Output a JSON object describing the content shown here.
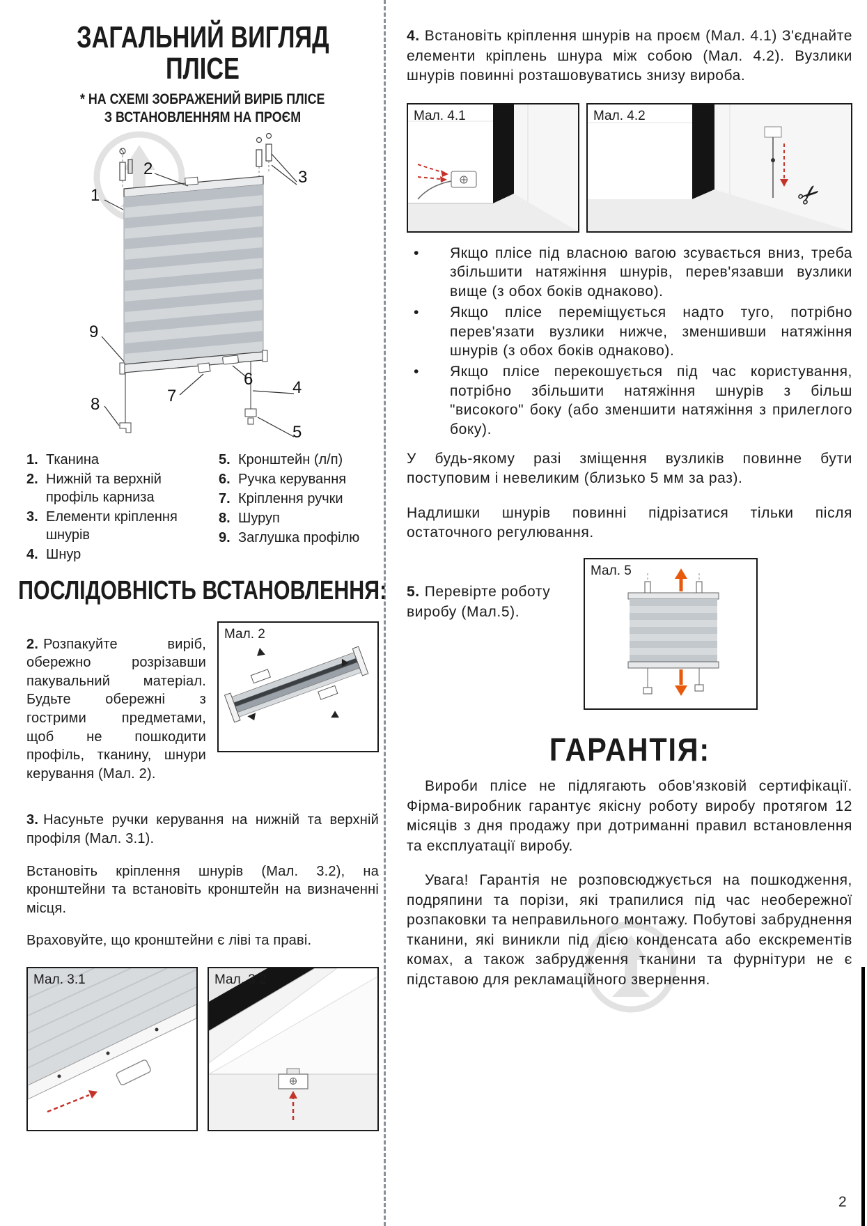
{
  "page": {
    "number": "2",
    "bullet_char": "•"
  },
  "icons": {
    "scissors": "✂"
  },
  "diagram": {
    "callouts": [
      "1",
      "2",
      "3",
      "4",
      "5",
      "6",
      "7",
      "8",
      "9"
    ]
  },
  "left": {
    "title_line1": "ЗАГАЛЬНИЙ ВИГЛЯД",
    "title_line2": "ПЛІСЕ",
    "subtitle_line1": "* НА СХЕМІ ЗОБРАЖЕНИЙ ВИРІБ ПЛІСЕ",
    "subtitle_line2": "З ВСТАНОВЛЕННЯМ НА ПРОЄМ",
    "legend_col1": [
      {
        "num": "1.",
        "text": "Тканина"
      },
      {
        "num": "2.",
        "text": "Нижній та верхній профіль карниза"
      },
      {
        "num": "3.",
        "text": "Елементи кріплення шнурів"
      },
      {
        "num": "4.",
        "text": "Шнур"
      }
    ],
    "legend_col2": [
      {
        "num": "5.",
        "text": "Кронштейн (л/п)"
      },
      {
        "num": "6.",
        "text": "Ручка керування"
      },
      {
        "num": "7.",
        "text": "Кріплення ручки"
      },
      {
        "num": "8.",
        "text": "Шуруп"
      },
      {
        "num": "9.",
        "text": "Заглушка профілю"
      }
    ],
    "section_title": "ПОСЛІДОВНІСТЬ ВСТАНОВЛЕННЯ:",
    "step2": {
      "num": "2.",
      "text": "Розпакуйте виріб, обережно розрізавши пакувальний матеріал. Будьте обережні з гострими предметами, щоб не пошкодити профіль, тканину, шнури керування (Мал. 2)."
    },
    "fig2_label": "Мал. 2",
    "step3": {
      "num": "3.",
      "p1": "Насуньте ручки керування на нижній та верхній профіля (Мал. 3.1).",
      "p2": "Встановіть кріплення шнурів (Мал. 3.2), на кронштейни та встановіть кронштейн на визначенні місця.",
      "p3": "Враховуйте, що кронштейни є ліві та праві."
    },
    "fig31_label": "Мал. 3.1",
    "fig32_label": "Мал. 3.2"
  },
  "right": {
    "step4": {
      "num": "4.",
      "text": "Встановіть кріплення шнурів на проєм (Мал. 4.1) З'єднайте елементи кріплень шнура між собою (Мал. 4.2). Вузлики шнурів повинні розташовуватись знизу вироба."
    },
    "fig41_label": "Мал. 4.1",
    "fig42_label": "Мал. 4.2",
    "bullets": [
      "Якщо плісе під власною вагою зсувається вниз, треба збільшити натяжіння шнурів, перев'язавши вузлики вище (з обох боків однаково).",
      "Якщо плісе переміщується надто туго, потрібно перев'язати вузлики нижче, зменшивши натяжіння шнурів (з обох боків однаково).",
      "Якщо плісе перекошується під час користування, потрібно збільшити натяжіння шнурів з більш \"високого\" боку (або зменшити натяжіння з прилеглого боку)."
    ],
    "note_p1": "У будь-якому разі зміщення вузликів повинне бути поступовим і невеликим (близько 5 мм за раз).",
    "note_p2": "Надлишки шнурів повинні підрізатися тільки після остаточного регулювання.",
    "step5": {
      "num": "5.",
      "text": "Перевірте роботу виробу (Мал.5)."
    },
    "fig5_label": "Мал. 5",
    "warranty_title": "ГАРАНТІЯ:",
    "warranty_p1": "Вироби плісе не підлягають обов'язковій сертифікації. Фірма-виробник гарантує якісну роботу виробу протягом 12 місяців з дня продажу при дотриманні правил встановлення та експлуатації виробу.",
    "warranty_p2": "Увага! Гарантія не розповсюджується на пошкодження, подряпини та порізи, які трапилися під час необережної розпаковки та неправильного монтажу. Побутові забруднення тканини, які виникли під дією конденсата або екскрементів комах, а також забрудження тканини та фурнітури не є підставою для рекламаційного звернення."
  }
}
